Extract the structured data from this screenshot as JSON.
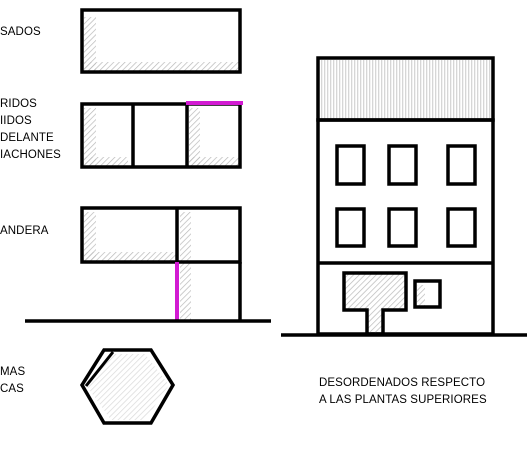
{
  "labels": {
    "case1": [
      "SADOS"
    ],
    "case2": [
      "RIDOS",
      "IIDOS",
      "DELANTE",
      "IACHONES"
    ],
    "case3": [
      "ANDERA"
    ],
    "case4": [
      "MAS",
      "CAS"
    ],
    "building_caption": [
      "DESORDENADOS RESPECTO",
      "A LAS PLANTAS SUPERIORES"
    ]
  },
  "colors": {
    "accent_magenta": "#d21ad2",
    "line": "#000000",
    "hatch": "#b8b8b8",
    "hatch_light": "#d4d4d4"
  }
}
